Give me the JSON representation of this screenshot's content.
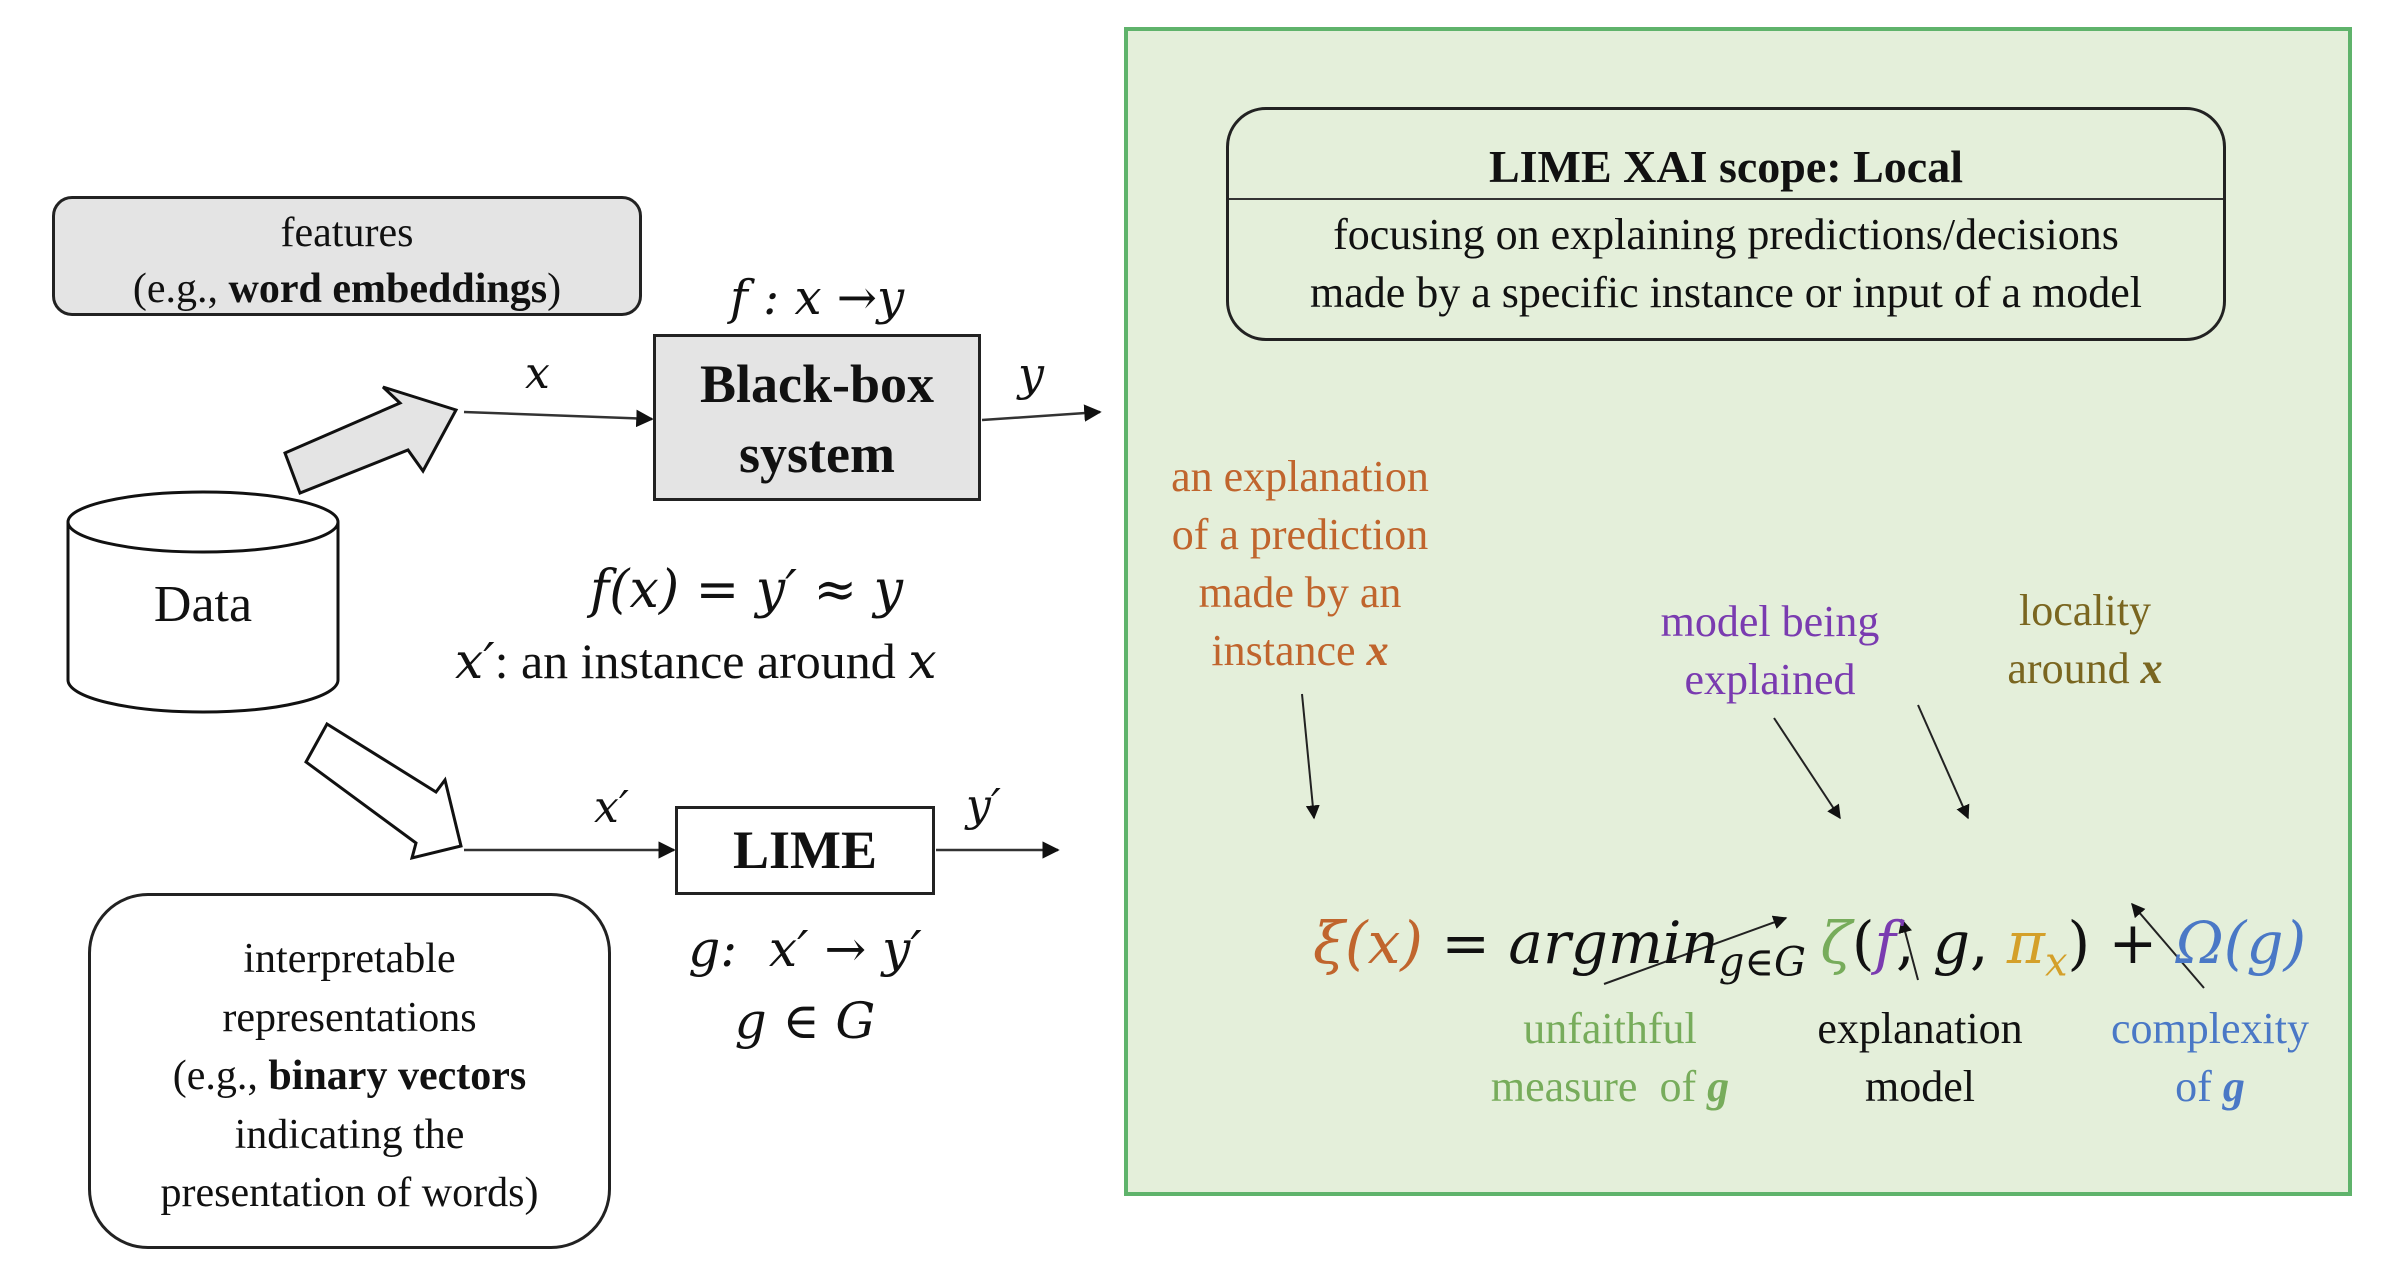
{
  "colors": {
    "orange": "#c0652d",
    "green": "#77ac5b",
    "purple": "#7a3bb0",
    "gold": "#d4a02a",
    "blue": "#4a78c6",
    "olive": "#7a6620",
    "panel_bg": "#e4efda",
    "panel_border": "#5fb36b",
    "gray_fill": "#e4e4e4"
  },
  "features": {
    "line1": "features",
    "prefix": "(e.g., ",
    "bold": "word embeddings",
    "suffix": ")"
  },
  "data_store": {
    "label": "Data"
  },
  "blackbox": {
    "mapping": "f : x →y",
    "line1": "Black-box",
    "line2": "system",
    "input_label": "x",
    "output_label": "y"
  },
  "middle_text": {
    "equation": "f(x) = y′ ≈ y",
    "instance_var": "x′",
    "instance_text": ": an instance around ",
    "instance_tail": "x"
  },
  "lime": {
    "label": "LIME",
    "input_label": "x′",
    "output_label": "y′",
    "mapping": "g:  x′ → y′",
    "membership": "g ∈ G"
  },
  "interpretable": {
    "line1": "interpretable",
    "line2": "representations",
    "line3_prefix": "(e.g., ",
    "line3_bold": "binary vectors",
    "line4": "indicating the",
    "line5": "presentation of words)"
  },
  "scope": {
    "title": "LIME XAI scope: Local",
    "line1": "focusing on explaining predictions/decisions",
    "line2": "made by a specific instance or input of a model"
  },
  "formula": {
    "xi": "ξ(x)",
    "eq_argmin": " = argmin",
    "subscript": "g∈G",
    "zeta": "ζ",
    "open": "(",
    "f": "f",
    "comma1": ", ",
    "g": "g",
    "comma2": ", ",
    "pi": "π",
    "pi_sub": "x",
    "close": ")",
    "plus": " + ",
    "omega": "Ω(g)"
  },
  "annotations": {
    "explanation": {
      "line1": "an explanation",
      "line2": "of a prediction",
      "line3": "made by an",
      "line4": "instance ",
      "var": "x"
    },
    "model_explained": {
      "line1": "model being",
      "line2": "explained"
    },
    "locality": {
      "line1": "locality",
      "line2": "around ",
      "var": "x"
    },
    "unfaithful": {
      "line1": "unfaithful",
      "line2": "measure  of ",
      "var": "g"
    },
    "explanation_model": {
      "line1": "explanation",
      "line2": "model"
    },
    "complexity": {
      "line1": "complexity",
      "line2": "of ",
      "var": "g"
    }
  }
}
